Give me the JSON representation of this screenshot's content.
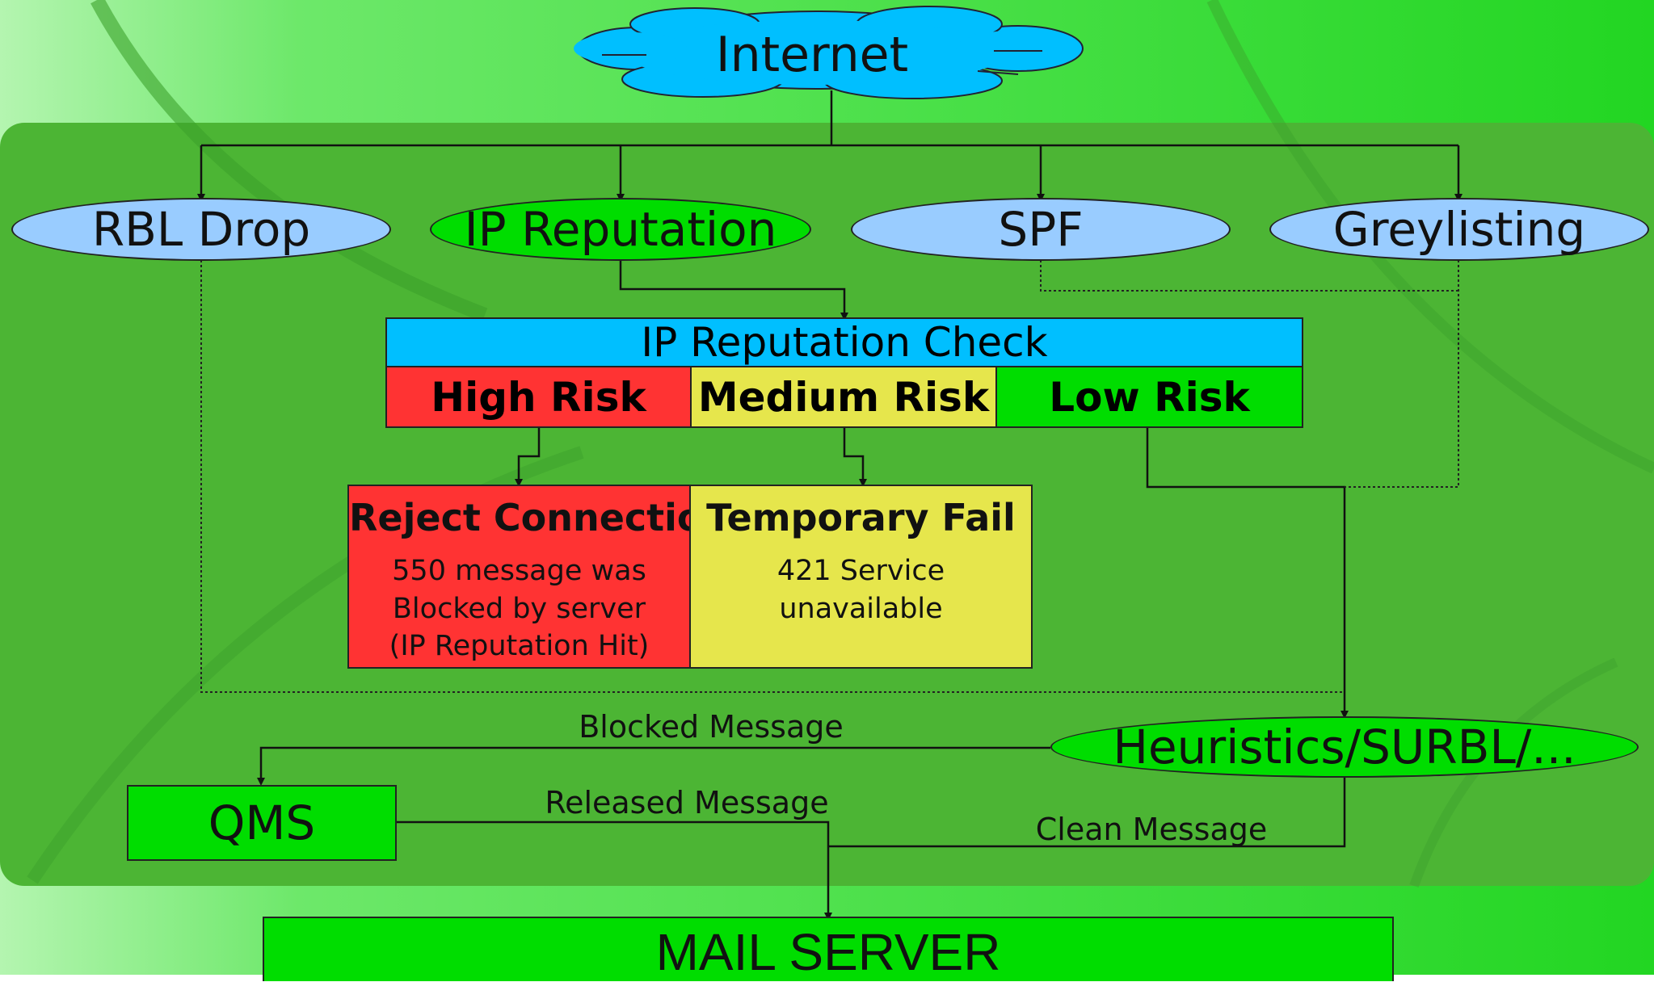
{
  "colors": {
    "background": "#4ee84e",
    "panel": "#4cb534",
    "cloud": "#00bfff",
    "blue_oval": "#99ccff",
    "green": "#00dd00",
    "high_risk": "#ff3333",
    "medium_risk": "#e6e64c",
    "low_risk": "#00dd00",
    "header": "#00bfff"
  },
  "internet": {
    "label": "Internet"
  },
  "filters": [
    {
      "label": "RBL Drop"
    },
    {
      "label": "IP Reputation"
    },
    {
      "label": "SPF"
    },
    {
      "label": "Greylisting"
    }
  ],
  "ip_check": {
    "title": "IP Reputation Check",
    "high": "High Risk",
    "medium": "Medium Risk",
    "low": "Low Risk"
  },
  "reject": {
    "title": "Reject Connection",
    "line1": "550 message was",
    "line2": "Blocked by server",
    "line3": "(IP Reputation Hit)"
  },
  "tempfail": {
    "title": "Temporary Fail",
    "line1": "421 Service",
    "line2": "unavailable"
  },
  "heuristics": {
    "label": "Heuristics/SURBL/..."
  },
  "qms": {
    "label": "QMS"
  },
  "mail_server": {
    "label": "MAIL SERVER"
  },
  "flows": {
    "blocked": "Blocked Message",
    "released": "Released Message",
    "clean": "Clean Message"
  }
}
